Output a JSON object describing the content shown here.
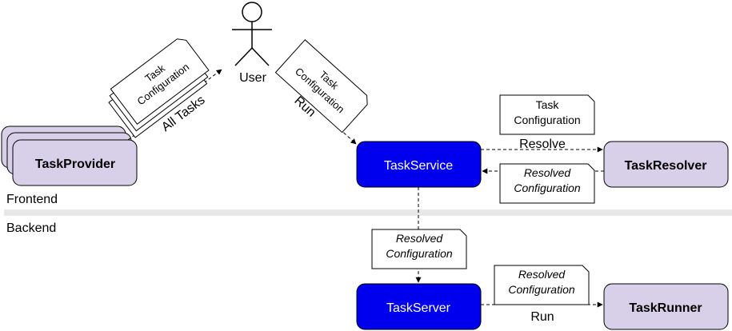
{
  "actor": {
    "label": "User"
  },
  "nodes": {
    "task_provider": "TaskProvider",
    "task_service": "TaskService",
    "task_resolver": "TaskResolver",
    "task_server": "TaskServer",
    "task_runner": "TaskRunner"
  },
  "sections": {
    "frontend": "Frontend",
    "backend": "Backend"
  },
  "edges": {
    "all_tasks": "All Tasks",
    "run_user": "Run",
    "resolve": "Resolve",
    "run_runner": "Run"
  },
  "notes": {
    "task_config_line1": "Task",
    "task_config_line2": "Configuration",
    "resolved_line1": "Resolved",
    "resolved_line2": "Configuration"
  },
  "colors": {
    "service_fill": "#0000ee",
    "component_fill": "#d8d0e8",
    "separator": "#e8e8e8"
  }
}
